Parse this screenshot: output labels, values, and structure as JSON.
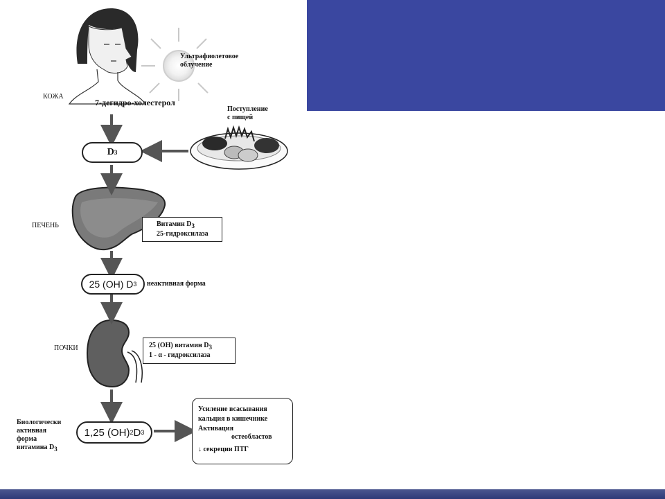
{
  "colors": {
    "banner": "#3a47a0",
    "bottom_bar": "#2e3a78",
    "arrow": "#555555"
  },
  "labels": {
    "uv": [
      "Ультрафиолетовое",
      "облучение"
    ],
    "skin": "КОЖА",
    "dehydro": "7-дегидро-холестерол",
    "food": [
      "Поступление",
      "с пищей"
    ],
    "d3_main": "D",
    "d3_sub": "3",
    "liver": "ПЕЧЕНЬ",
    "liver_enzyme_1": "Витамин D",
    "liver_enzyme_1_sub": "3",
    "liver_enzyme_2": "25-гидроксилаза",
    "oh_form": "25 (OH) D",
    "oh_form_sub": "3",
    "inactive": "неактивная форма",
    "kidney": "ПОЧКИ",
    "kidney_enzyme_1": "25 (OH) витамин D",
    "kidney_enzyme_1_sub": "3",
    "kidney_enzyme_2": "1 - α  - гидроксилаза",
    "active_form_a": "1,25 (OH)",
    "active_form_sub2": "2",
    "active_form_b": " D",
    "active_form_sub3": "3",
    "bio_active": [
      "Биологически",
      "активная",
      "форма",
      "витамина D"
    ],
    "bio_active_sub": "3",
    "effects": [
      "Усиление всасывания",
      "кальция в кишечнике",
      "Активация",
      "остеобластов",
      "↓ секреции ПТГ"
    ]
  }
}
